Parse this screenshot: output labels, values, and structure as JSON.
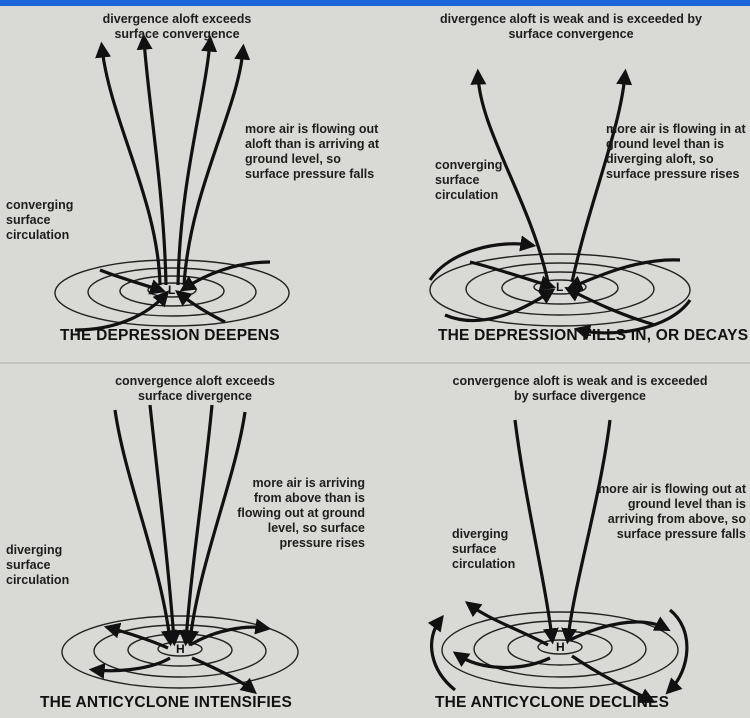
{
  "panels": [
    {
      "title": "THE DEPRESSION DEEPENS",
      "top_label": "divergence aloft exceeds surface convergence",
      "side_label": "more air is flowing out aloft than is arriving at ground level, so surface pressure falls",
      "circulation_label": "converging surface circulation",
      "center": "L"
    },
    {
      "title": "THE DEPRESSION FILLS IN, OR DECAYS",
      "top_label": "divergence aloft is weak and is exceeded by surface convergence",
      "side_label": "more air is flowing in at ground level than is diverging aloft, so surface pressure rises",
      "circulation_label": "converging surface circulation",
      "center": "L"
    },
    {
      "title": "THE ANTICYCLONE INTENSIFIES",
      "top_label": "convergence aloft exceeds surface divergence",
      "side_label": "more air is arriving from above than is flowing out at ground level, so surface pressure rises",
      "circulation_label": "diverging surface circulation",
      "center": "H"
    },
    {
      "title": "THE ANTICYCLONE DECLINES",
      "top_label": "convergence aloft is weak and is exceeded by surface divergence",
      "side_label": "more air is flowing out at ground level than is arriving from above, so surface pressure falls",
      "circulation_label": "diverging surface circulation",
      "center": "H"
    }
  ]
}
